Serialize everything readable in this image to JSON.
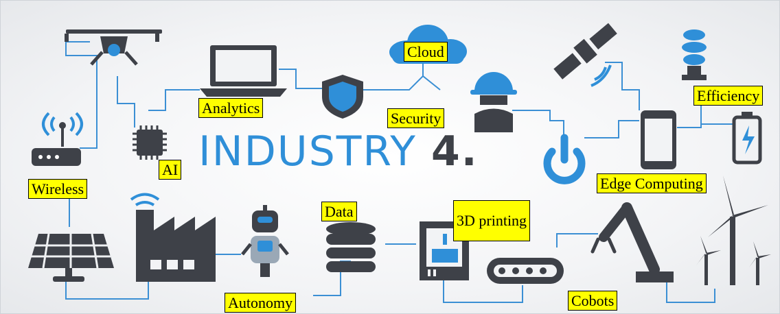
{
  "title": {
    "word": "INDUSTRY",
    "version": "4."
  },
  "labels": {
    "cloud": "Cloud",
    "analytics": "Analytics",
    "security": "Security",
    "efficiency": "Efficiency",
    "ai": "AI",
    "wireless": "Wireless",
    "edge_computing": "Edge Computing",
    "data": "Data",
    "printing_3d": "3D printing",
    "autonomy": "Autonomy",
    "cobots": "Cobots"
  },
  "colors": {
    "accent": "#2f8fd8",
    "icon": "#3e4148",
    "label_fill": "#ffff00",
    "background": "#f3f4f6"
  },
  "icons": [
    "drone-icon",
    "laptop-icon",
    "cloud-icon",
    "shield-icon",
    "worker-icon",
    "satellite-icon",
    "lightbulb-icon",
    "router-icon",
    "chip-icon",
    "phone-icon",
    "battery-icon",
    "solar-panel-icon",
    "factory-icon",
    "robot-icon",
    "database-icon",
    "3d-printer-icon",
    "conveyor-icon",
    "robot-arm-icon",
    "wind-turbine-icon",
    "power-icon"
  ]
}
